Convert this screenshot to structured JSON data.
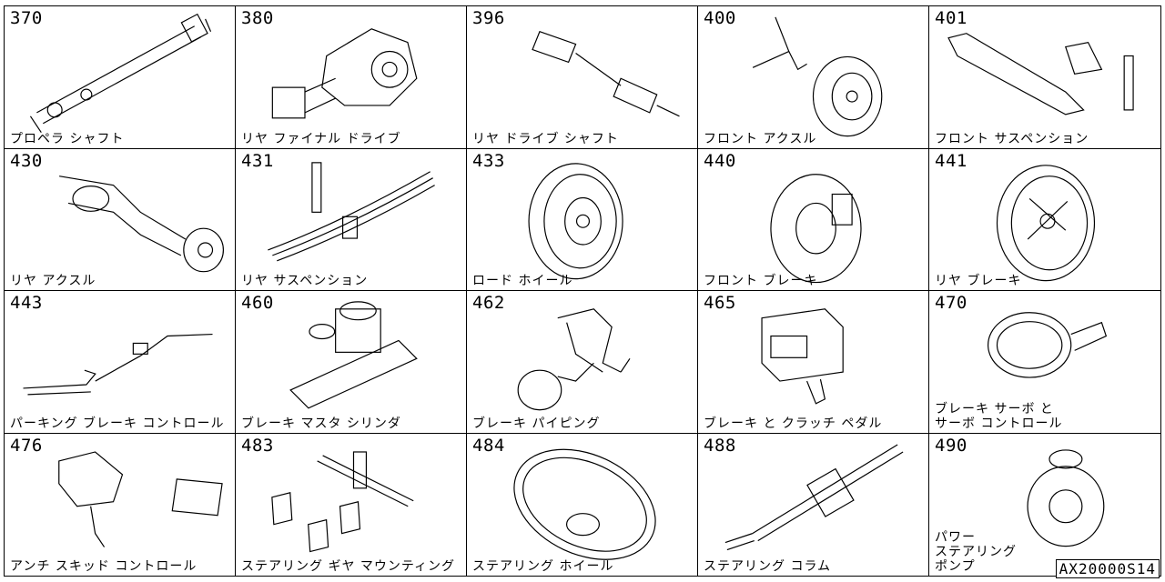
{
  "parts": [
    {
      "code": "370",
      "label": "プロペラ シャフト",
      "icon": "propeller-shaft-icon"
    },
    {
      "code": "380",
      "label": "リヤ ファイナル ドライブ",
      "icon": "rear-final-drive-icon"
    },
    {
      "code": "396",
      "label": "リヤ ドライブ シャフト",
      "icon": "rear-drive-shaft-icon"
    },
    {
      "code": "400",
      "label": "フロント アクスル",
      "icon": "front-axle-icon"
    },
    {
      "code": "401",
      "label": "フロント サスペンション",
      "icon": "front-suspension-icon"
    },
    {
      "code": "430",
      "label": "リヤ アクスル",
      "icon": "rear-axle-icon"
    },
    {
      "code": "431",
      "label": "リヤ サスペンション",
      "icon": "rear-suspension-icon"
    },
    {
      "code": "433",
      "label": "ロード ホイール",
      "icon": "road-wheel-icon"
    },
    {
      "code": "440",
      "label": "フロント ブレーキ",
      "icon": "front-brake-icon"
    },
    {
      "code": "441",
      "label": "リヤ ブレーキ",
      "icon": "rear-brake-icon"
    },
    {
      "code": "443",
      "label": "パーキング ブレーキ コントロール",
      "icon": "parking-brake-control-icon"
    },
    {
      "code": "460",
      "label": "ブレーキ マスタ シリンダ",
      "icon": "brake-master-cylinder-icon"
    },
    {
      "code": "462",
      "label": "ブレーキ パイピング",
      "icon": "brake-piping-icon"
    },
    {
      "code": "465",
      "label": "ブレーキ と クラッチ ペダル",
      "icon": "brake-clutch-pedal-icon"
    },
    {
      "code": "470",
      "label": "ブレーキ サーボ と\n  サーボ コントロール",
      "icon": "brake-servo-icon"
    },
    {
      "code": "476",
      "label": "アンチ スキッド コントロール",
      "icon": "anti-skid-control-icon"
    },
    {
      "code": "483",
      "label": "ステアリング ギヤ マウンティング",
      "icon": "steering-gear-mounting-icon"
    },
    {
      "code": "484",
      "label": "ステアリング ホイール",
      "icon": "steering-wheel-icon"
    },
    {
      "code": "488",
      "label": "ステアリング コラム",
      "icon": "steering-column-icon"
    },
    {
      "code": "490",
      "label": "パワー\nステアリング\nポンプ",
      "icon": "power-steering-pump-icon"
    }
  ],
  "reference_code": "AX20000S14"
}
